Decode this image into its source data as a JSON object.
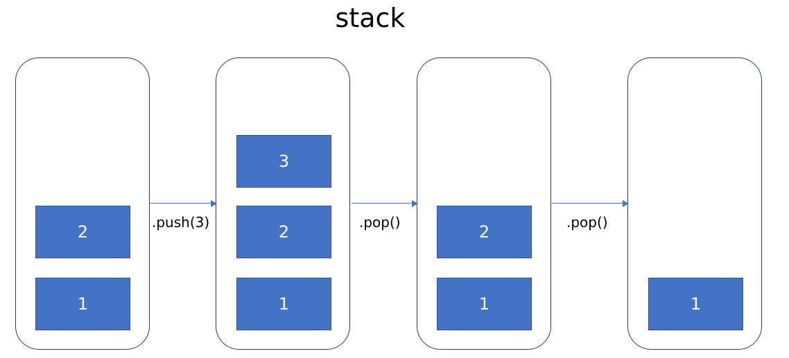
{
  "title": "stack",
  "colors": {
    "item_fill": "#4472c4",
    "item_border": "#2f528f",
    "container_border": "#2f3a52",
    "arrow": "#4472c4"
  },
  "stacks": [
    {
      "items": [
        "2",
        "1"
      ]
    },
    {
      "items": [
        "3",
        "2",
        "1"
      ]
    },
    {
      "items": [
        "2",
        "1"
      ]
    },
    {
      "items": [
        "1"
      ]
    }
  ],
  "operations": [
    {
      "label": ".push(3)"
    },
    {
      "label": ".pop()"
    },
    {
      "label": ".pop()"
    }
  ]
}
